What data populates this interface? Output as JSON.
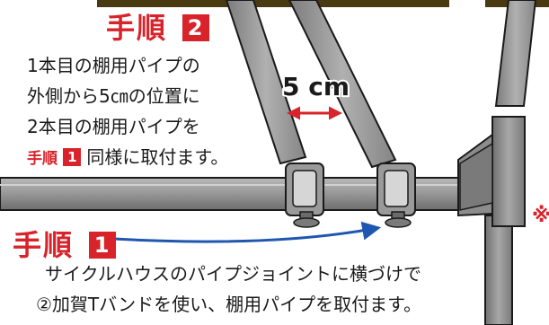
{
  "step2": {
    "label": "手順",
    "number": "2",
    "lines": [
      "1本目の棚用パイプの",
      "外側から5㎝の位置に",
      "2本目の棚用パイプを"
    ],
    "ref_label": "手順",
    "ref_number": "1",
    "ref_text": "同様に取付ます。"
  },
  "dimension": {
    "text": "5 cm"
  },
  "step1": {
    "label": "手順",
    "number": "1",
    "lines": [
      "サイクルハウスのパイプジョイントに横づけで",
      "②加賀Tバンドを使い、棚用パイプを取付ます。"
    ]
  },
  "edge_mark": "※",
  "colors": {
    "accent_red": "#d8232a",
    "arrow_blue": "#1f56b0",
    "pipe_gray": "#8a8a8a",
    "outline": "#1a1a1a"
  }
}
